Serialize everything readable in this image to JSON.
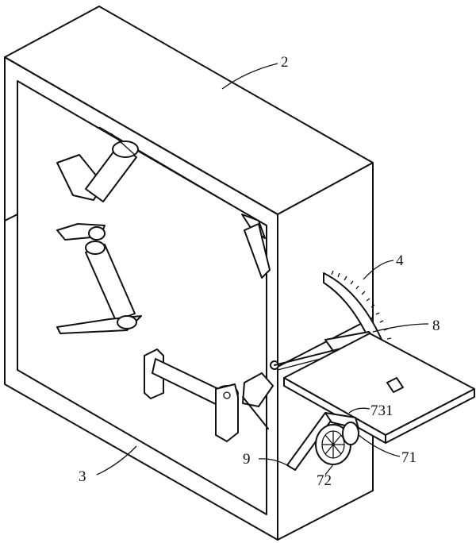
{
  "labels": {
    "l2": "2",
    "l3": "3",
    "l4": "4",
    "l8": "8",
    "l731": "731",
    "l71": "71",
    "l9": "9",
    "l72": "72"
  }
}
